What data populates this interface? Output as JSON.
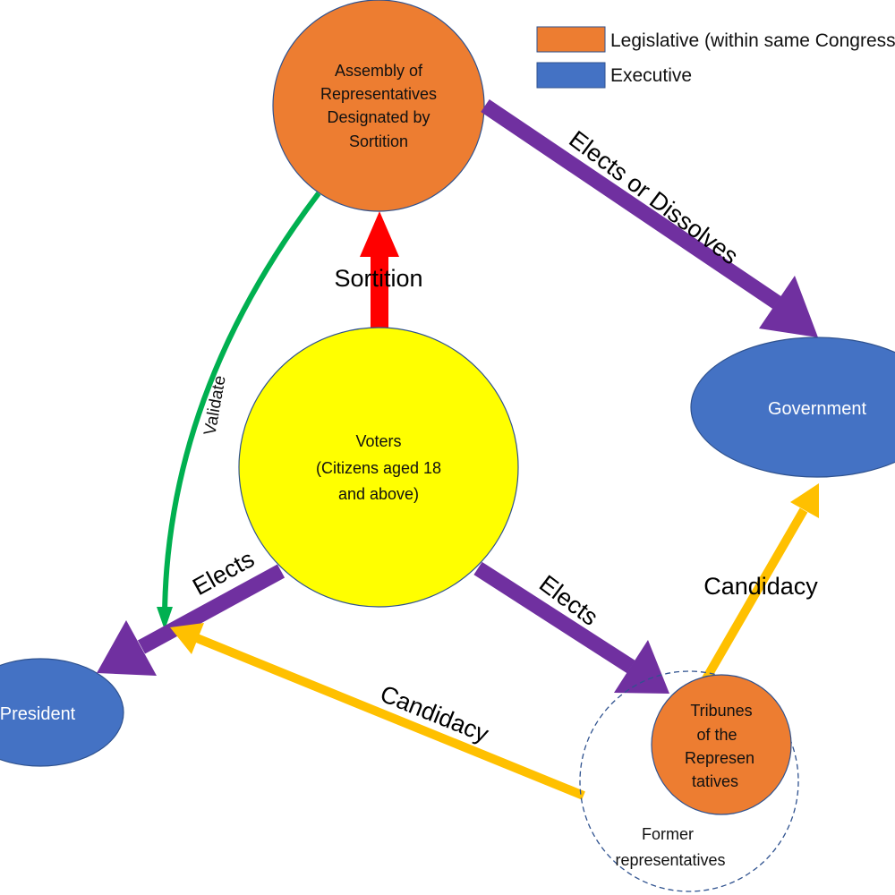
{
  "colors": {
    "legislative": "#ed7d31",
    "executive": "#4472c4",
    "voters": "#ffff00",
    "elects_arrow": "#7030a0",
    "sortition_arrow": "#ff0000",
    "validate_arrow": "#00b050",
    "candidacy_arrow": "#ffc000"
  },
  "legend": {
    "legislative": "Legislative (within same Congress)",
    "executive": "Executive"
  },
  "nodes": {
    "assembly": [
      "Assembly of",
      "Representatives",
      "Designated by",
      "Sortition"
    ],
    "voters": [
      "Voters",
      "(Citizens aged 18",
      "and above)"
    ],
    "government": "Government",
    "president": "President",
    "tribunes": [
      "Tribunes",
      "of the",
      "Represen",
      "tatives"
    ],
    "former": [
      "Former",
      "representatives"
    ]
  },
  "edges": {
    "sortition": "Sortition",
    "elects_or_dissolves": "Elects or Dissolves",
    "validate": "Validate",
    "elects_president": "Elects",
    "elects_tribunes": "Elects",
    "candidacy_government": "Candidacy",
    "candidacy_president": "Candidacy"
  }
}
